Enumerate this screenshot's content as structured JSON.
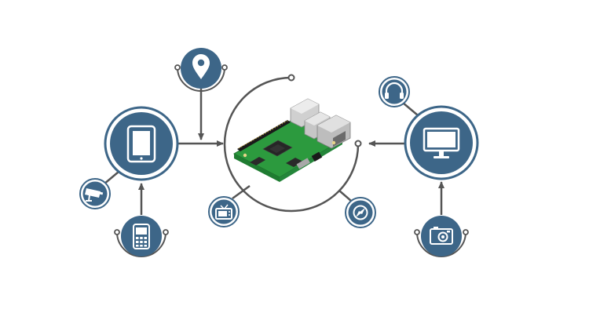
{
  "colors": {
    "accent": "#3d6688",
    "line": "#555555",
    "icon": "#ffffff",
    "board_pcb": "#2f9a3f",
    "board_metal": "#c9c9c9",
    "background": "#ffffff"
  },
  "center": {
    "device": "raspberry-pi-board"
  },
  "nodes": [
    {
      "id": "tablet",
      "icon": "tablet-icon"
    },
    {
      "id": "location",
      "icon": "map-pin-icon"
    },
    {
      "id": "cctv",
      "icon": "security-camera-icon"
    },
    {
      "id": "phone",
      "icon": "mobile-phone-icon"
    },
    {
      "id": "tv",
      "icon": "television-icon"
    },
    {
      "id": "compass",
      "icon": "compass-icon"
    },
    {
      "id": "headphones",
      "icon": "headphones-icon"
    },
    {
      "id": "monitor",
      "icon": "monitor-icon"
    },
    {
      "id": "camera",
      "icon": "camera-icon"
    }
  ]
}
